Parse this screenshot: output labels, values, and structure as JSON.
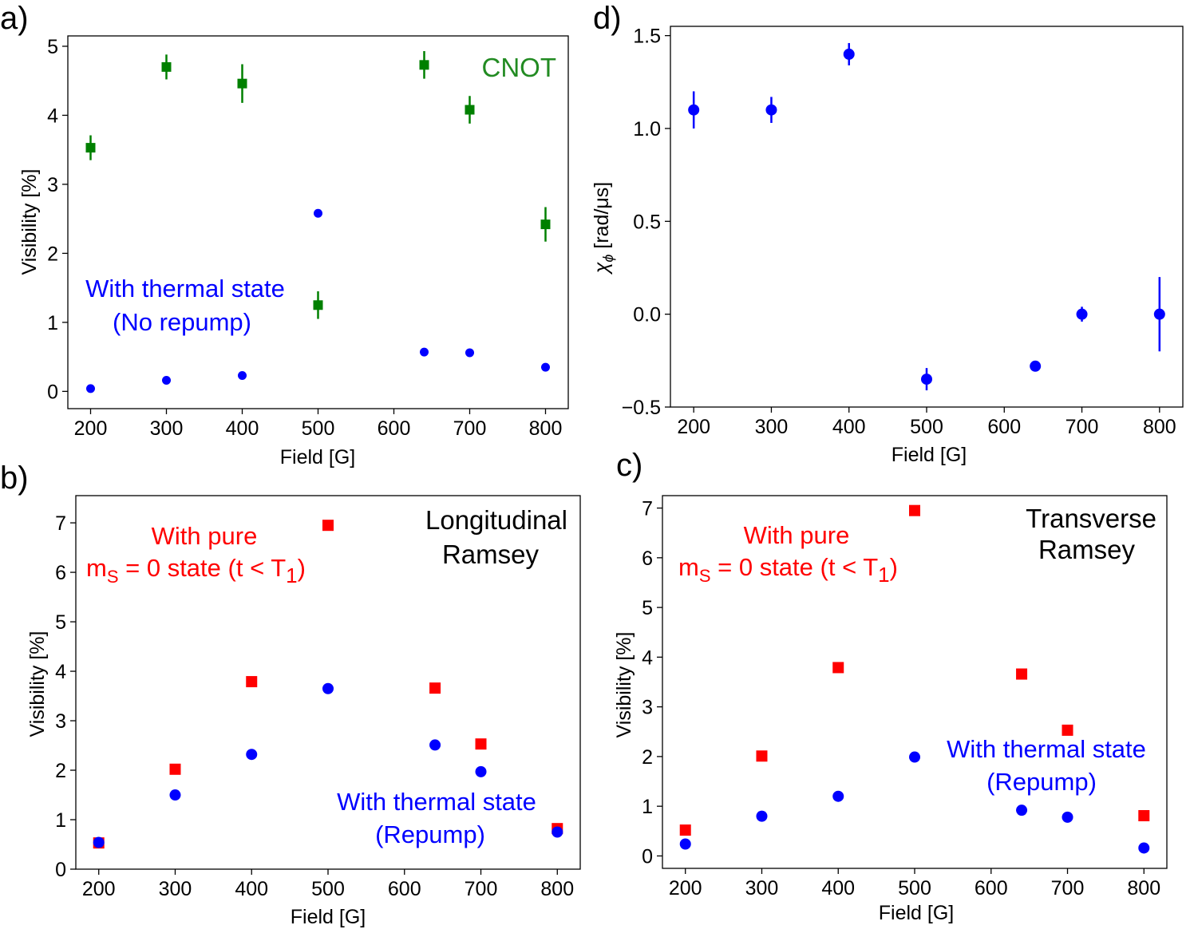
{
  "chart_data": [
    {
      "panel": "a)",
      "type": "scatter",
      "xlabel": "Field [G]",
      "ylabel": "Visibility [%]",
      "xlim": [
        170,
        830
      ],
      "ylim": [
        -0.25,
        5.15
      ],
      "xticks": [
        200,
        300,
        400,
        500,
        600,
        700,
        800
      ],
      "yticks": [
        0,
        1,
        2,
        3,
        4,
        5
      ],
      "series": [
        {
          "marker": "square",
          "color": "#008000",
          "points": [
            {
              "x": 200,
              "y": 3.53,
              "err": 0.18
            },
            {
              "x": 300,
              "y": 4.7,
              "err": 0.18
            },
            {
              "x": 400,
              "y": 4.46,
              "err": 0.28
            },
            {
              "x": 500,
              "y": 1.25,
              "err": 0.2
            },
            {
              "x": 640,
              "y": 4.73,
              "err": 0.2
            },
            {
              "x": 700,
              "y": 4.08,
              "err": 0.2
            },
            {
              "x": 800,
              "y": 2.42,
              "err": 0.25
            }
          ]
        },
        {
          "marker": "circle",
          "color": "#0000ff",
          "points": [
            {
              "x": 200,
              "y": 0.04
            },
            {
              "x": 300,
              "y": 0.16
            },
            {
              "x": 400,
              "y": 0.23
            },
            {
              "x": 500,
              "y": 2.58
            },
            {
              "x": 640,
              "y": 0.57
            },
            {
              "x": 700,
              "y": 0.56
            },
            {
              "x": 800,
              "y": 0.35
            }
          ]
        }
      ],
      "annotations": [
        {
          "text": "CNOT",
          "color": "#228B22"
        },
        {
          "text": "With thermal state",
          "color": "#0000ff"
        },
        {
          "text": "(No repump)",
          "color": "#0000ff"
        }
      ]
    },
    {
      "panel": "d)",
      "type": "scatter",
      "xlabel": "Field [G]",
      "ylabel_main": "χ",
      "ylabel_sub": "ϕ",
      "ylabel_rest": " [rad/μs]",
      "xlim": [
        170,
        830
      ],
      "ylim": [
        -0.5,
        1.55
      ],
      "xticks": [
        200,
        300,
        400,
        500,
        600,
        700,
        800
      ],
      "yticks": [
        -0.5,
        0.0,
        0.5,
        1.0,
        1.5
      ],
      "ytick_labels": [
        "−0.5",
        "0.0",
        "0.5",
        "1.0",
        "1.5"
      ],
      "series": [
        {
          "marker": "circle",
          "color": "#0000ff",
          "points": [
            {
              "x": 200,
              "y": 1.1,
              "err": 0.1
            },
            {
              "x": 300,
              "y": 1.1,
              "err": 0.07
            },
            {
              "x": 400,
              "y": 1.4,
              "err": 0.06
            },
            {
              "x": 500,
              "y": -0.35,
              "err": 0.06
            },
            {
              "x": 640,
              "y": -0.28,
              "err": 0.02
            },
            {
              "x": 700,
              "y": 0.0,
              "err": 0.04
            },
            {
              "x": 800,
              "y": 0.0,
              "err": 0.2
            }
          ]
        }
      ]
    },
    {
      "panel": "b)",
      "type": "scatter",
      "xlabel": "Field [G]",
      "ylabel": "Visibility [%]",
      "xlim": [
        170,
        830
      ],
      "ylim": [
        0,
        7.55
      ],
      "xticks": [
        200,
        300,
        400,
        500,
        600,
        700,
        800
      ],
      "yticks": [
        0,
        1,
        2,
        3,
        4,
        5,
        6,
        7
      ],
      "series": [
        {
          "marker": "square",
          "color": "#ff0000",
          "points": [
            {
              "x": 200,
              "y": 0.53
            },
            {
              "x": 300,
              "y": 2.02
            },
            {
              "x": 400,
              "y": 3.79
            },
            {
              "x": 500,
              "y": 6.95
            },
            {
              "x": 640,
              "y": 3.66
            },
            {
              "x": 700,
              "y": 2.53
            },
            {
              "x": 800,
              "y": 0.82
            }
          ]
        },
        {
          "marker": "circle",
          "color": "#0000ff",
          "points": [
            {
              "x": 200,
              "y": 0.54
            },
            {
              "x": 300,
              "y": 1.5
            },
            {
              "x": 400,
              "y": 2.32
            },
            {
              "x": 500,
              "y": 3.65
            },
            {
              "x": 640,
              "y": 2.51
            },
            {
              "x": 700,
              "y": 1.97
            },
            {
              "x": 800,
              "y": 0.75
            }
          ]
        }
      ],
      "annotations": [
        {
          "text": "Longitudinal",
          "color": "#000000"
        },
        {
          "text": "Ramsey",
          "color": "#000000"
        },
        {
          "text": "With pure",
          "color": "#ff0000"
        },
        {
          "text": "m",
          "color": "#ff0000"
        },
        {
          "text": "S",
          "color": "#ff0000"
        },
        {
          "text": " = 0 state (t < T",
          "color": "#ff0000"
        },
        {
          "text": "1",
          "color": "#ff0000"
        },
        {
          "text": ")",
          "color": "#ff0000"
        },
        {
          "text": "With thermal state",
          "color": "#0000ff"
        },
        {
          "text": "(Repump)",
          "color": "#0000ff"
        }
      ]
    },
    {
      "panel": "c)",
      "type": "scatter",
      "xlabel": "Field [G]",
      "ylabel": "Visibility [%]",
      "xlim": [
        170,
        830
      ],
      "ylim": [
        -0.25,
        7.25
      ],
      "xticks": [
        200,
        300,
        400,
        500,
        600,
        700,
        800
      ],
      "yticks": [
        0,
        1,
        2,
        3,
        4,
        5,
        6,
        7
      ],
      "series": [
        {
          "marker": "square",
          "color": "#ff0000",
          "points": [
            {
              "x": 200,
              "y": 0.52
            },
            {
              "x": 300,
              "y": 2.01
            },
            {
              "x": 400,
              "y": 3.79
            },
            {
              "x": 500,
              "y": 6.95
            },
            {
              "x": 640,
              "y": 3.66
            },
            {
              "x": 700,
              "y": 2.53
            },
            {
              "x": 800,
              "y": 0.81
            }
          ]
        },
        {
          "marker": "circle",
          "color": "#0000ff",
          "points": [
            {
              "x": 200,
              "y": 0.24
            },
            {
              "x": 300,
              "y": 0.8
            },
            {
              "x": 400,
              "y": 1.2
            },
            {
              "x": 500,
              "y": 1.99
            },
            {
              "x": 640,
              "y": 0.92
            },
            {
              "x": 700,
              "y": 0.78
            },
            {
              "x": 800,
              "y": 0.16
            }
          ]
        }
      ],
      "annotations": [
        {
          "text": "Transverse",
          "color": "#000000"
        },
        {
          "text": "Ramsey",
          "color": "#000000"
        },
        {
          "text": "With pure",
          "color": "#ff0000"
        },
        {
          "text": "m",
          "color": "#ff0000"
        },
        {
          "text": "S",
          "color": "#ff0000"
        },
        {
          "text": " = 0 state (t < T",
          "color": "#ff0000"
        },
        {
          "text": "1",
          "color": "#ff0000"
        },
        {
          "text": ")",
          "color": "#ff0000"
        },
        {
          "text": "With thermal state",
          "color": "#0000ff"
        },
        {
          "text": "(Repump)",
          "color": "#0000ff"
        }
      ]
    }
  ]
}
